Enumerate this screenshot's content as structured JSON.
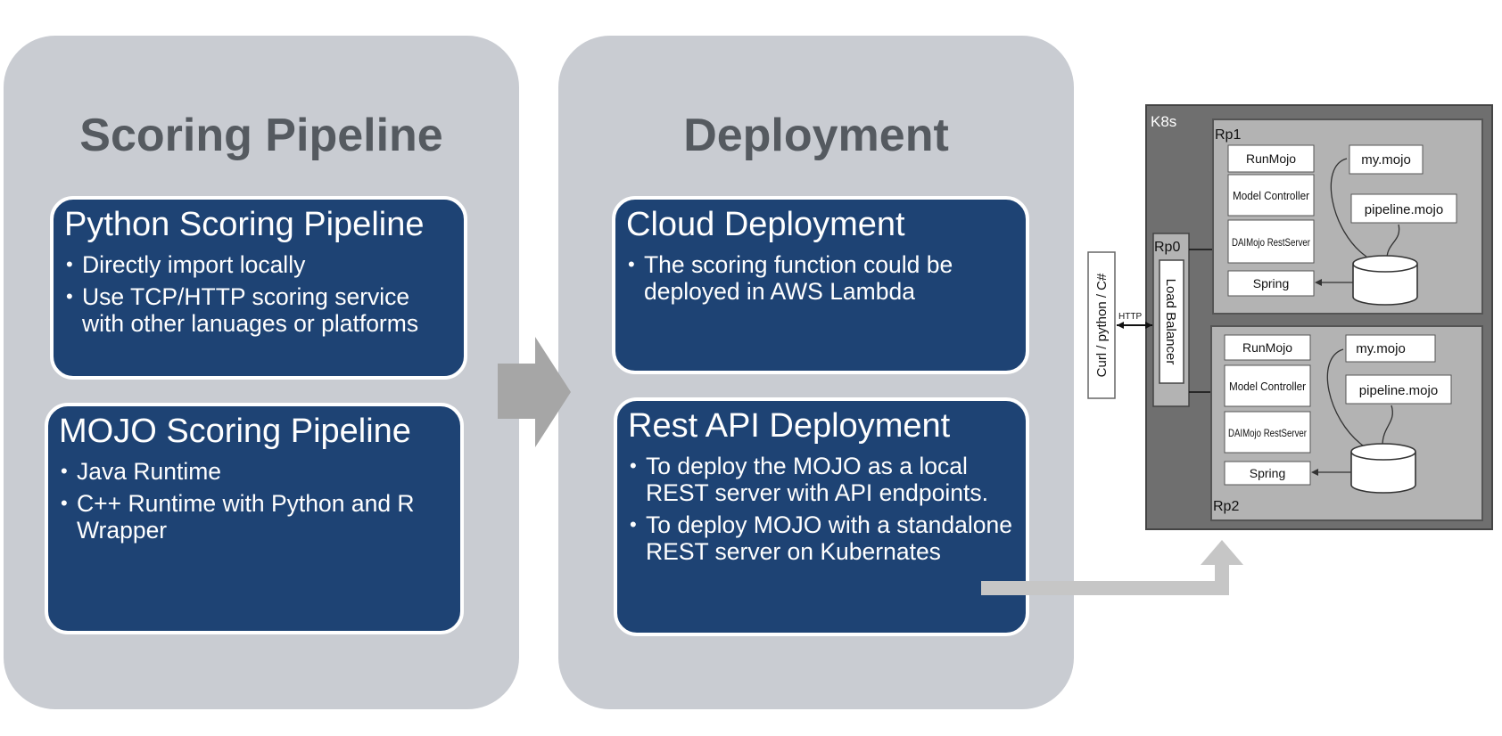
{
  "scoring_panel": {
    "title": "Scoring Pipeline",
    "python_card": {
      "title": "Python Scoring Pipeline",
      "bullets": [
        "Directly import locally",
        "Use TCP/HTTP scoring service with other lanuages or platforms"
      ]
    },
    "mojo_card": {
      "title": "MOJO Scoring Pipeline",
      "bullets": [
        "Java Runtime",
        "C++ Runtime with Python and R Wrapper"
      ]
    }
  },
  "deployment_panel": {
    "title": "Deployment",
    "cloud_card": {
      "title": "Cloud Deployment",
      "bullets": [
        "The scoring function could be deployed in AWS Lambda"
      ]
    },
    "rest_card": {
      "title": "Rest API Deployment",
      "bullets": [
        "To deploy the MOJO as a local REST server with API endpoints.",
        "To deploy MOJO with a standalone REST server on Kubernates"
      ]
    }
  },
  "k8s_diagram": {
    "cluster_label": "K8s",
    "client_label": "Curl / python / C#",
    "http_label": "HTTP",
    "rp0": {
      "label": "Rp0",
      "load_balancer": "Load Balancer"
    },
    "rp1": {
      "label": "Rp1",
      "components": [
        "RunMojo",
        "Model Controller",
        "DAIMojo RestServer",
        "Spring"
      ],
      "files": [
        "my.mojo",
        "pipeline.mojo"
      ]
    },
    "rp2": {
      "label": "Rp2",
      "components": [
        "RunMojo",
        "Model Controller",
        "DAIMojo RestServer",
        "Spring"
      ],
      "files": [
        "my.mojo",
        "pipeline.mojo"
      ]
    }
  },
  "colors": {
    "panel_bg": "#c9ccd2",
    "card_bg": "#1e4374",
    "title_text": "#555a60",
    "arrow": "#a6a6a6",
    "k8s_bg": "#6f6f6f",
    "rp_bg": "#b3b3b3"
  }
}
